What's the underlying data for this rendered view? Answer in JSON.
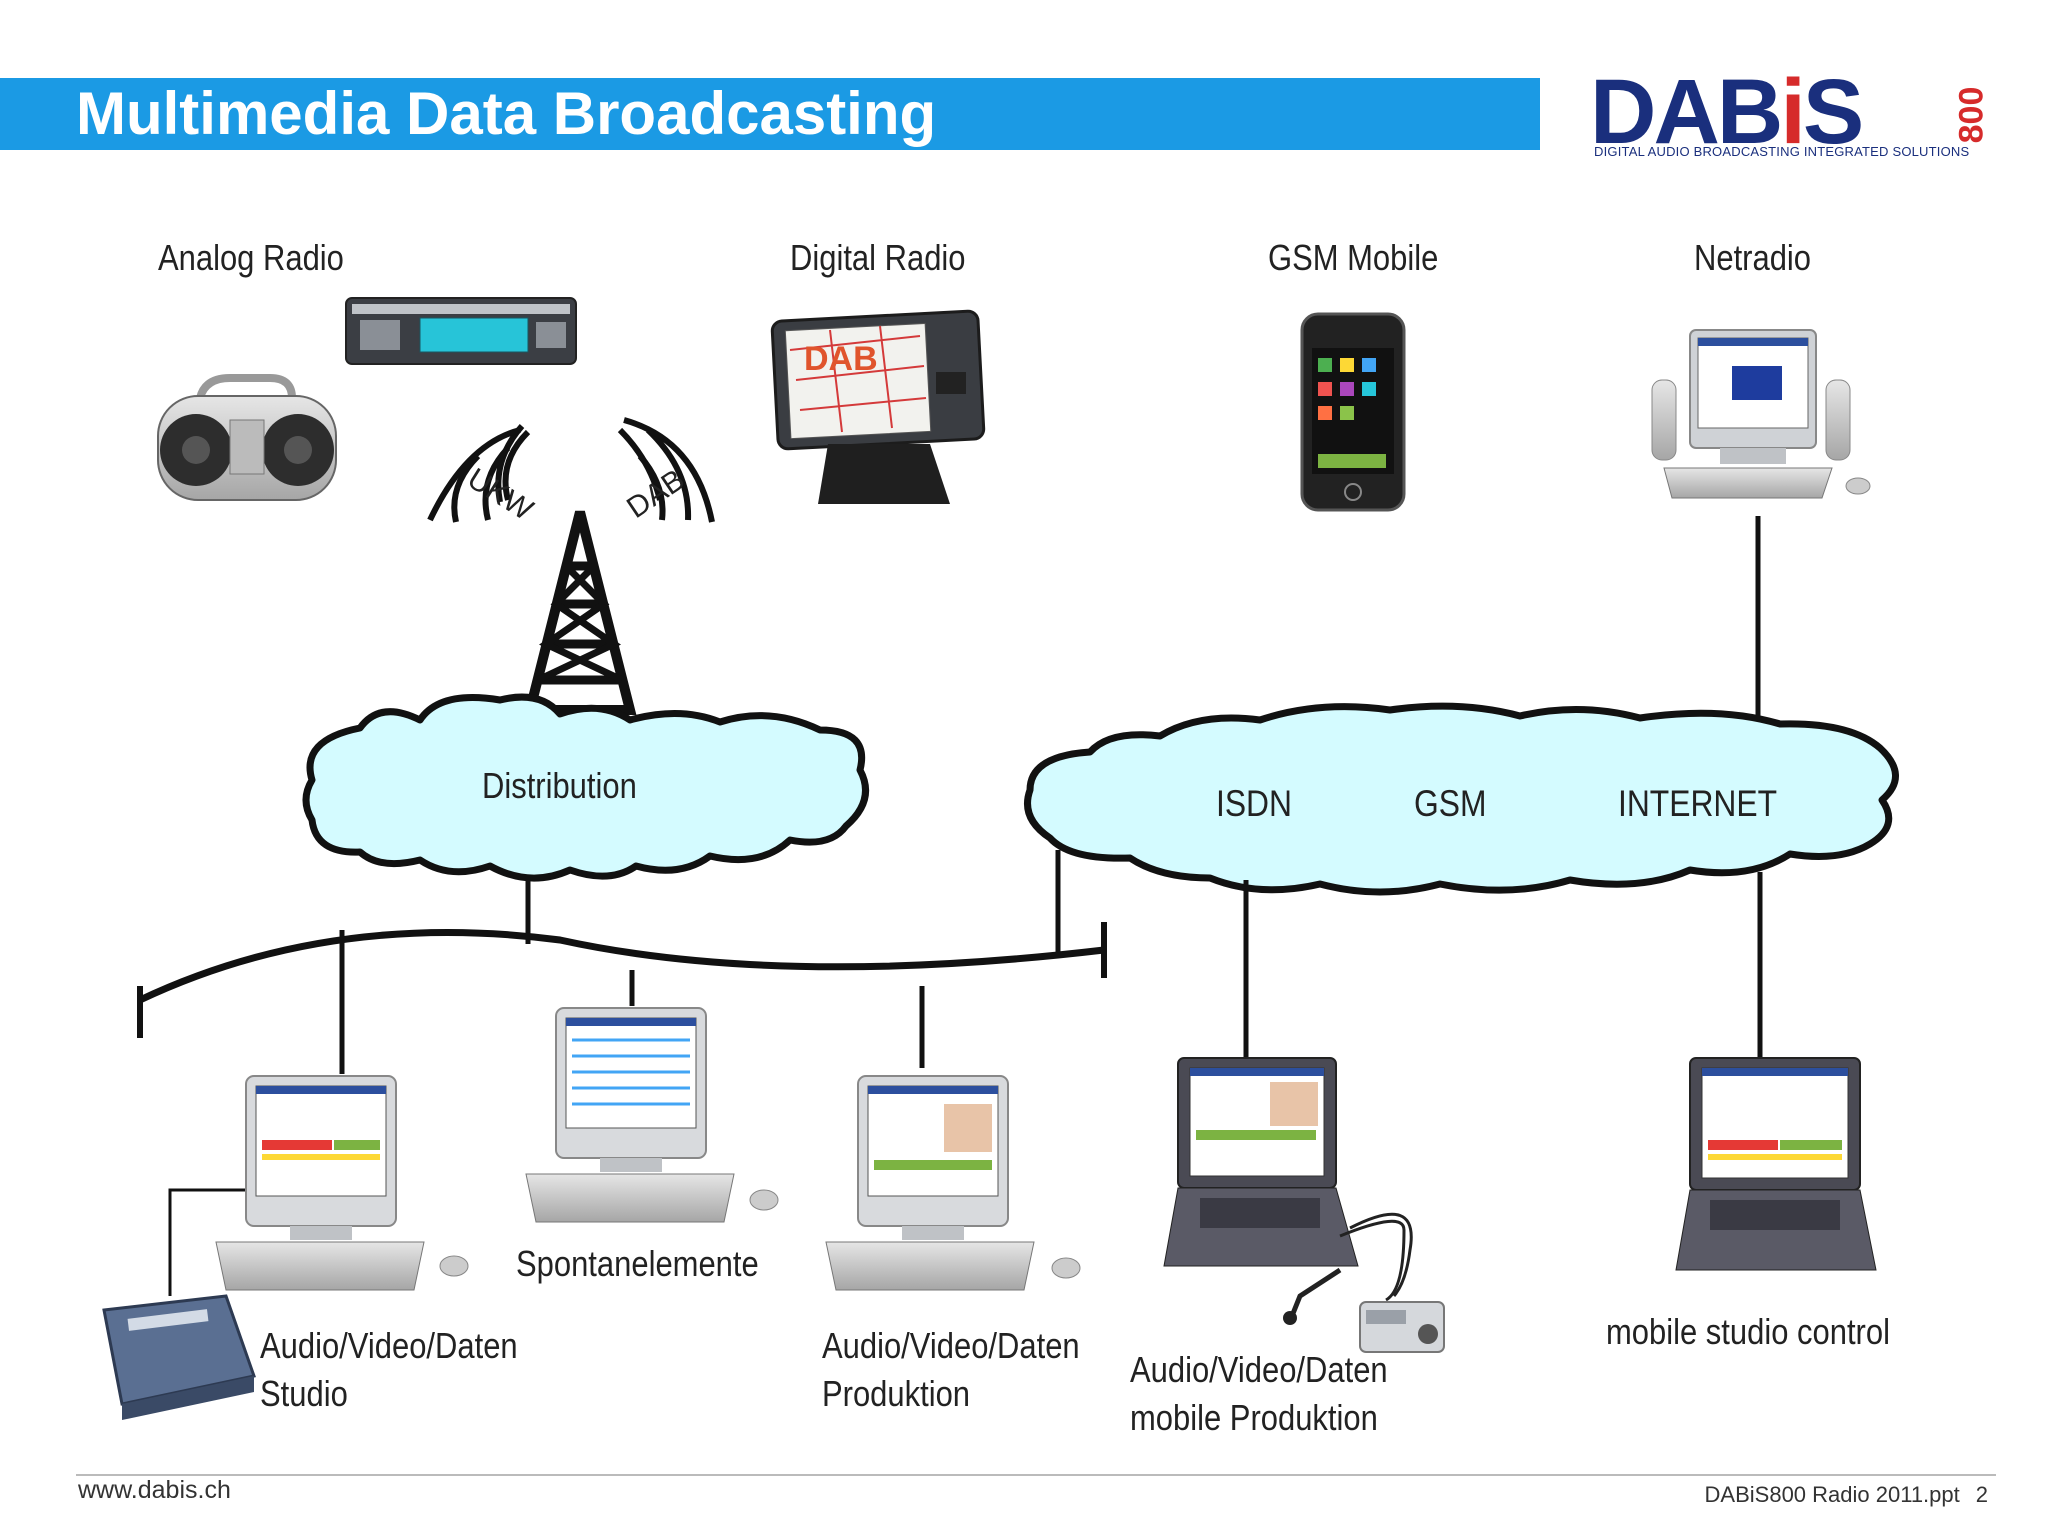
{
  "slide": {
    "title": "Multimedia Data Broadcasting",
    "logo": {
      "word_blue_1": "DAB",
      "word_red": "i",
      "word_blue_2": "S",
      "suffix": "800",
      "tagline": "DIGITAL AUDIO BROADCASTING INTEGRATED SOLUTIONS"
    }
  },
  "devices": {
    "analog_radio": "Analog Radio",
    "digital_radio": "Digital Radio",
    "gsm_mobile": "GSM Mobile",
    "netradio": "Netradio",
    "dab_screen": "DAB"
  },
  "transmitter": {
    "ukw": "UKW",
    "dab": "DAB"
  },
  "clouds": {
    "distribution": "Distribution",
    "isdn": "ISDN",
    "gsm": "GSM",
    "internet": "INTERNET"
  },
  "workstations": {
    "studio": [
      "Audio/Video/Daten",
      "Studio"
    ],
    "spontanelemente": "Spontanelemente",
    "produktion": [
      "Audio/Video/Daten",
      "Produktion"
    ],
    "mobile_produktion": [
      "Audio/Video/Daten",
      "mobile Produktion"
    ],
    "mobile_studio_control": "mobile studio control"
  },
  "footer": {
    "url": "www.dabis.ch",
    "file": "DABiS800 Radio 2011.ppt",
    "page": "2"
  },
  "colors": {
    "title_bar": "#1b9ae4",
    "cloud_fill": "#d4fbff",
    "logo_blue": "#1a2f7d",
    "logo_red": "#d62b2b"
  }
}
